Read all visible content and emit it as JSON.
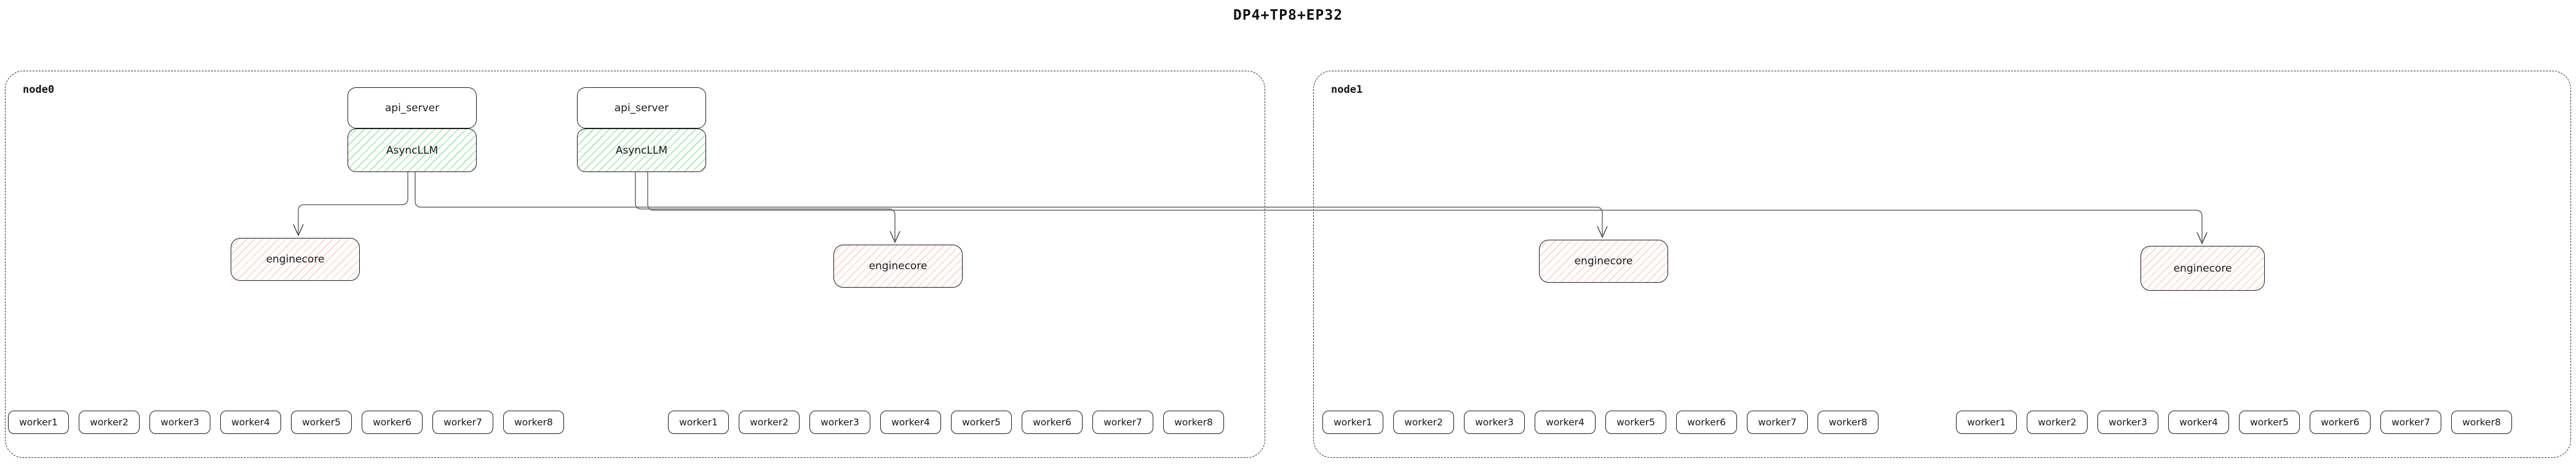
{
  "title": "DP4+TP8+EP32",
  "colors": {
    "box_stroke": "#1f1f1f",
    "node_dash_stroke": "#2d2d2d",
    "asyncllm_hatch_green": "#6fcf80",
    "enginecore_hatch_red": "#f09696",
    "connector_gray": "#6a6a6a"
  },
  "nodes": [
    {
      "label": "node0",
      "api_servers": [
        {
          "label": "api_server",
          "llm_label": "AsyncLLM"
        },
        {
          "label": "api_server",
          "llm_label": "AsyncLLM"
        }
      ],
      "enginecores": [
        {
          "label": "enginecore"
        },
        {
          "label": "enginecore"
        }
      ],
      "worker_groups": [
        [
          "worker1",
          "worker2",
          "worker3",
          "worker4",
          "worker5",
          "worker6",
          "worker7",
          "worker8"
        ],
        [
          "worker1",
          "worker2",
          "worker3",
          "worker4",
          "worker5",
          "worker6",
          "worker7",
          "worker8"
        ]
      ]
    },
    {
      "label": "node1",
      "api_servers": [],
      "enginecores": [
        {
          "label": "enginecore"
        },
        {
          "label": "enginecore"
        }
      ],
      "worker_groups": [
        [
          "worker1",
          "worker2",
          "worker3",
          "worker4",
          "worker5",
          "worker6",
          "worker7",
          "worker8"
        ],
        [
          "worker1",
          "worker2",
          "worker3",
          "worker4",
          "worker5",
          "worker6",
          "worker7",
          "worker8"
        ]
      ]
    }
  ]
}
